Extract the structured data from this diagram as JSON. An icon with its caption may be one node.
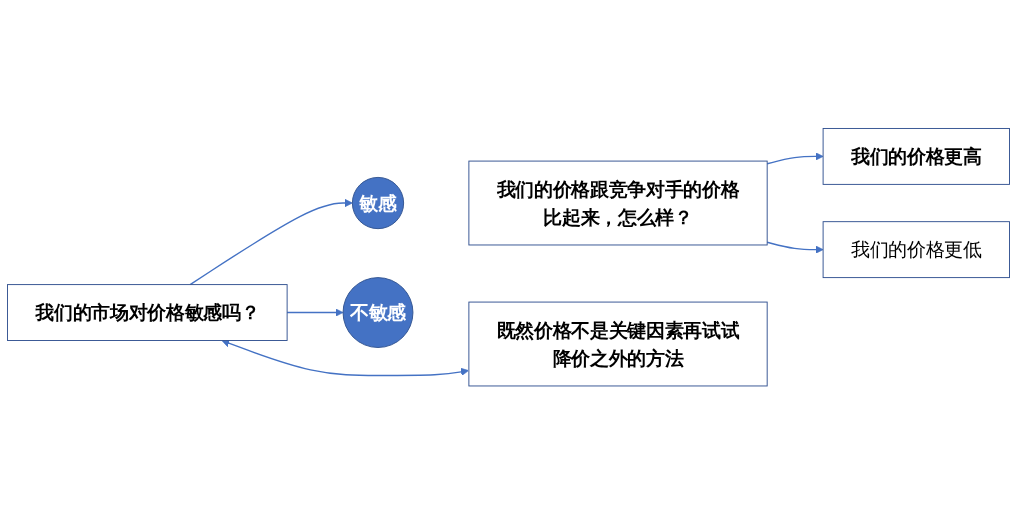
{
  "diagram": {
    "nodes": [
      {
        "text": [
          "我们的市场对价格敏感吗？"
        ]
      },
      {
        "text": [
          "敏感"
        ]
      },
      {
        "text": [
          "我们的价格跟竞争对手的价格比起来，怎么样？"
        ]
      },
      {
        "text": [
          "不敏感"
        ]
      },
      {
        "text": [
          "既然价格不是关键因素再试试降价之外的方法"
        ]
      },
      {
        "text": [
          "我们的价格更高"
        ]
      },
      {
        "text": [
          "我们的价格更低"
        ]
      }
    ],
    "edges": [
      {
        "from": 0,
        "to": 1,
        "arrow": "to"
      },
      {
        "from": 0,
        "to": 3,
        "arrow": "to"
      },
      {
        "from": 2,
        "to": 5,
        "arrow": "to"
      },
      {
        "from": 2,
        "to": 6,
        "arrow": "to"
      },
      {
        "from": 4,
        "to": 0,
        "arrow": "both"
      }
    ]
  }
}
